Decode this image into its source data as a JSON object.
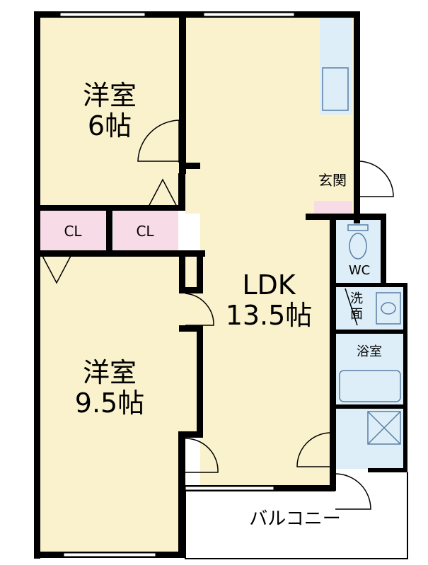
{
  "rooms": {
    "bedroom_top": {
      "name": "洋室",
      "size": "6帖"
    },
    "bedroom_bottom": {
      "name": "洋室",
      "size": "9.5帖"
    },
    "ldk": {
      "name": "LDK",
      "size": "13.5帖"
    },
    "closet_left": {
      "name": "CL"
    },
    "closet_right": {
      "name": "CL"
    },
    "entrance": {
      "name": "玄関"
    },
    "toilet": {
      "name": "WC"
    },
    "washroom": {
      "line1": "洗",
      "line2": "面"
    },
    "bathroom": {
      "name": "浴室"
    },
    "balcony": {
      "name": "バルコニー"
    }
  },
  "colors": {
    "wall": "#000000",
    "room_fill": "#faf2cc",
    "closet_fill": "#f7dbe7",
    "wet_fill": "#ddeef8",
    "balcony_fill": "#ffffff",
    "fixture_line": "#5a7fa6"
  }
}
